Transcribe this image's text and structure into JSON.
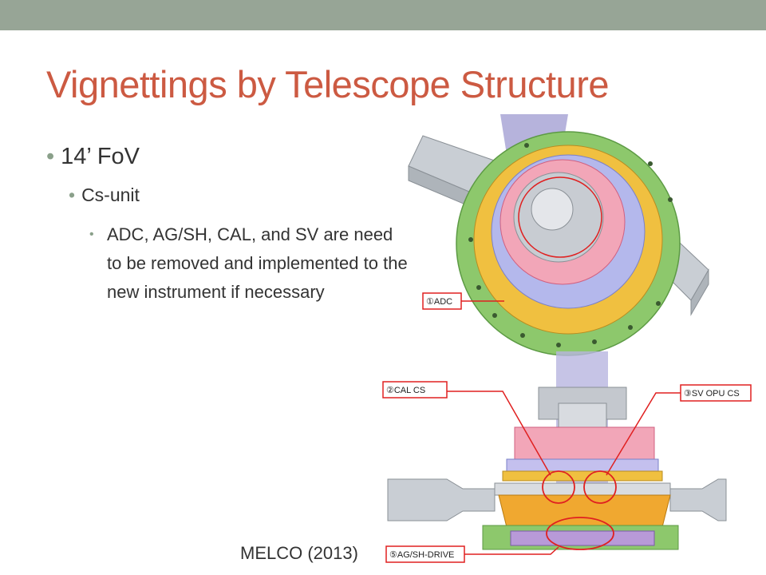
{
  "slide": {
    "title": "Vignettings by Telescope Structure",
    "bullets": {
      "level1": "14’ FoV",
      "level2": "Cs-unit",
      "level3": "ADC, AG/SH, CAL, and SV are need to be removed and implemented to the new instrument if necessary"
    },
    "caption": "MELCO (2013)"
  },
  "figure": {
    "labels": {
      "adc": "①ADC",
      "cal_cs": "②CAL CS",
      "sv_opu_cs": "③SV OPU CS",
      "ag_sh_drive": "⑤AG/SH-DRIVE"
    }
  },
  "colors": {
    "title": "#cc5a42",
    "header_bar": "#97a596",
    "callout": "#e02020"
  }
}
